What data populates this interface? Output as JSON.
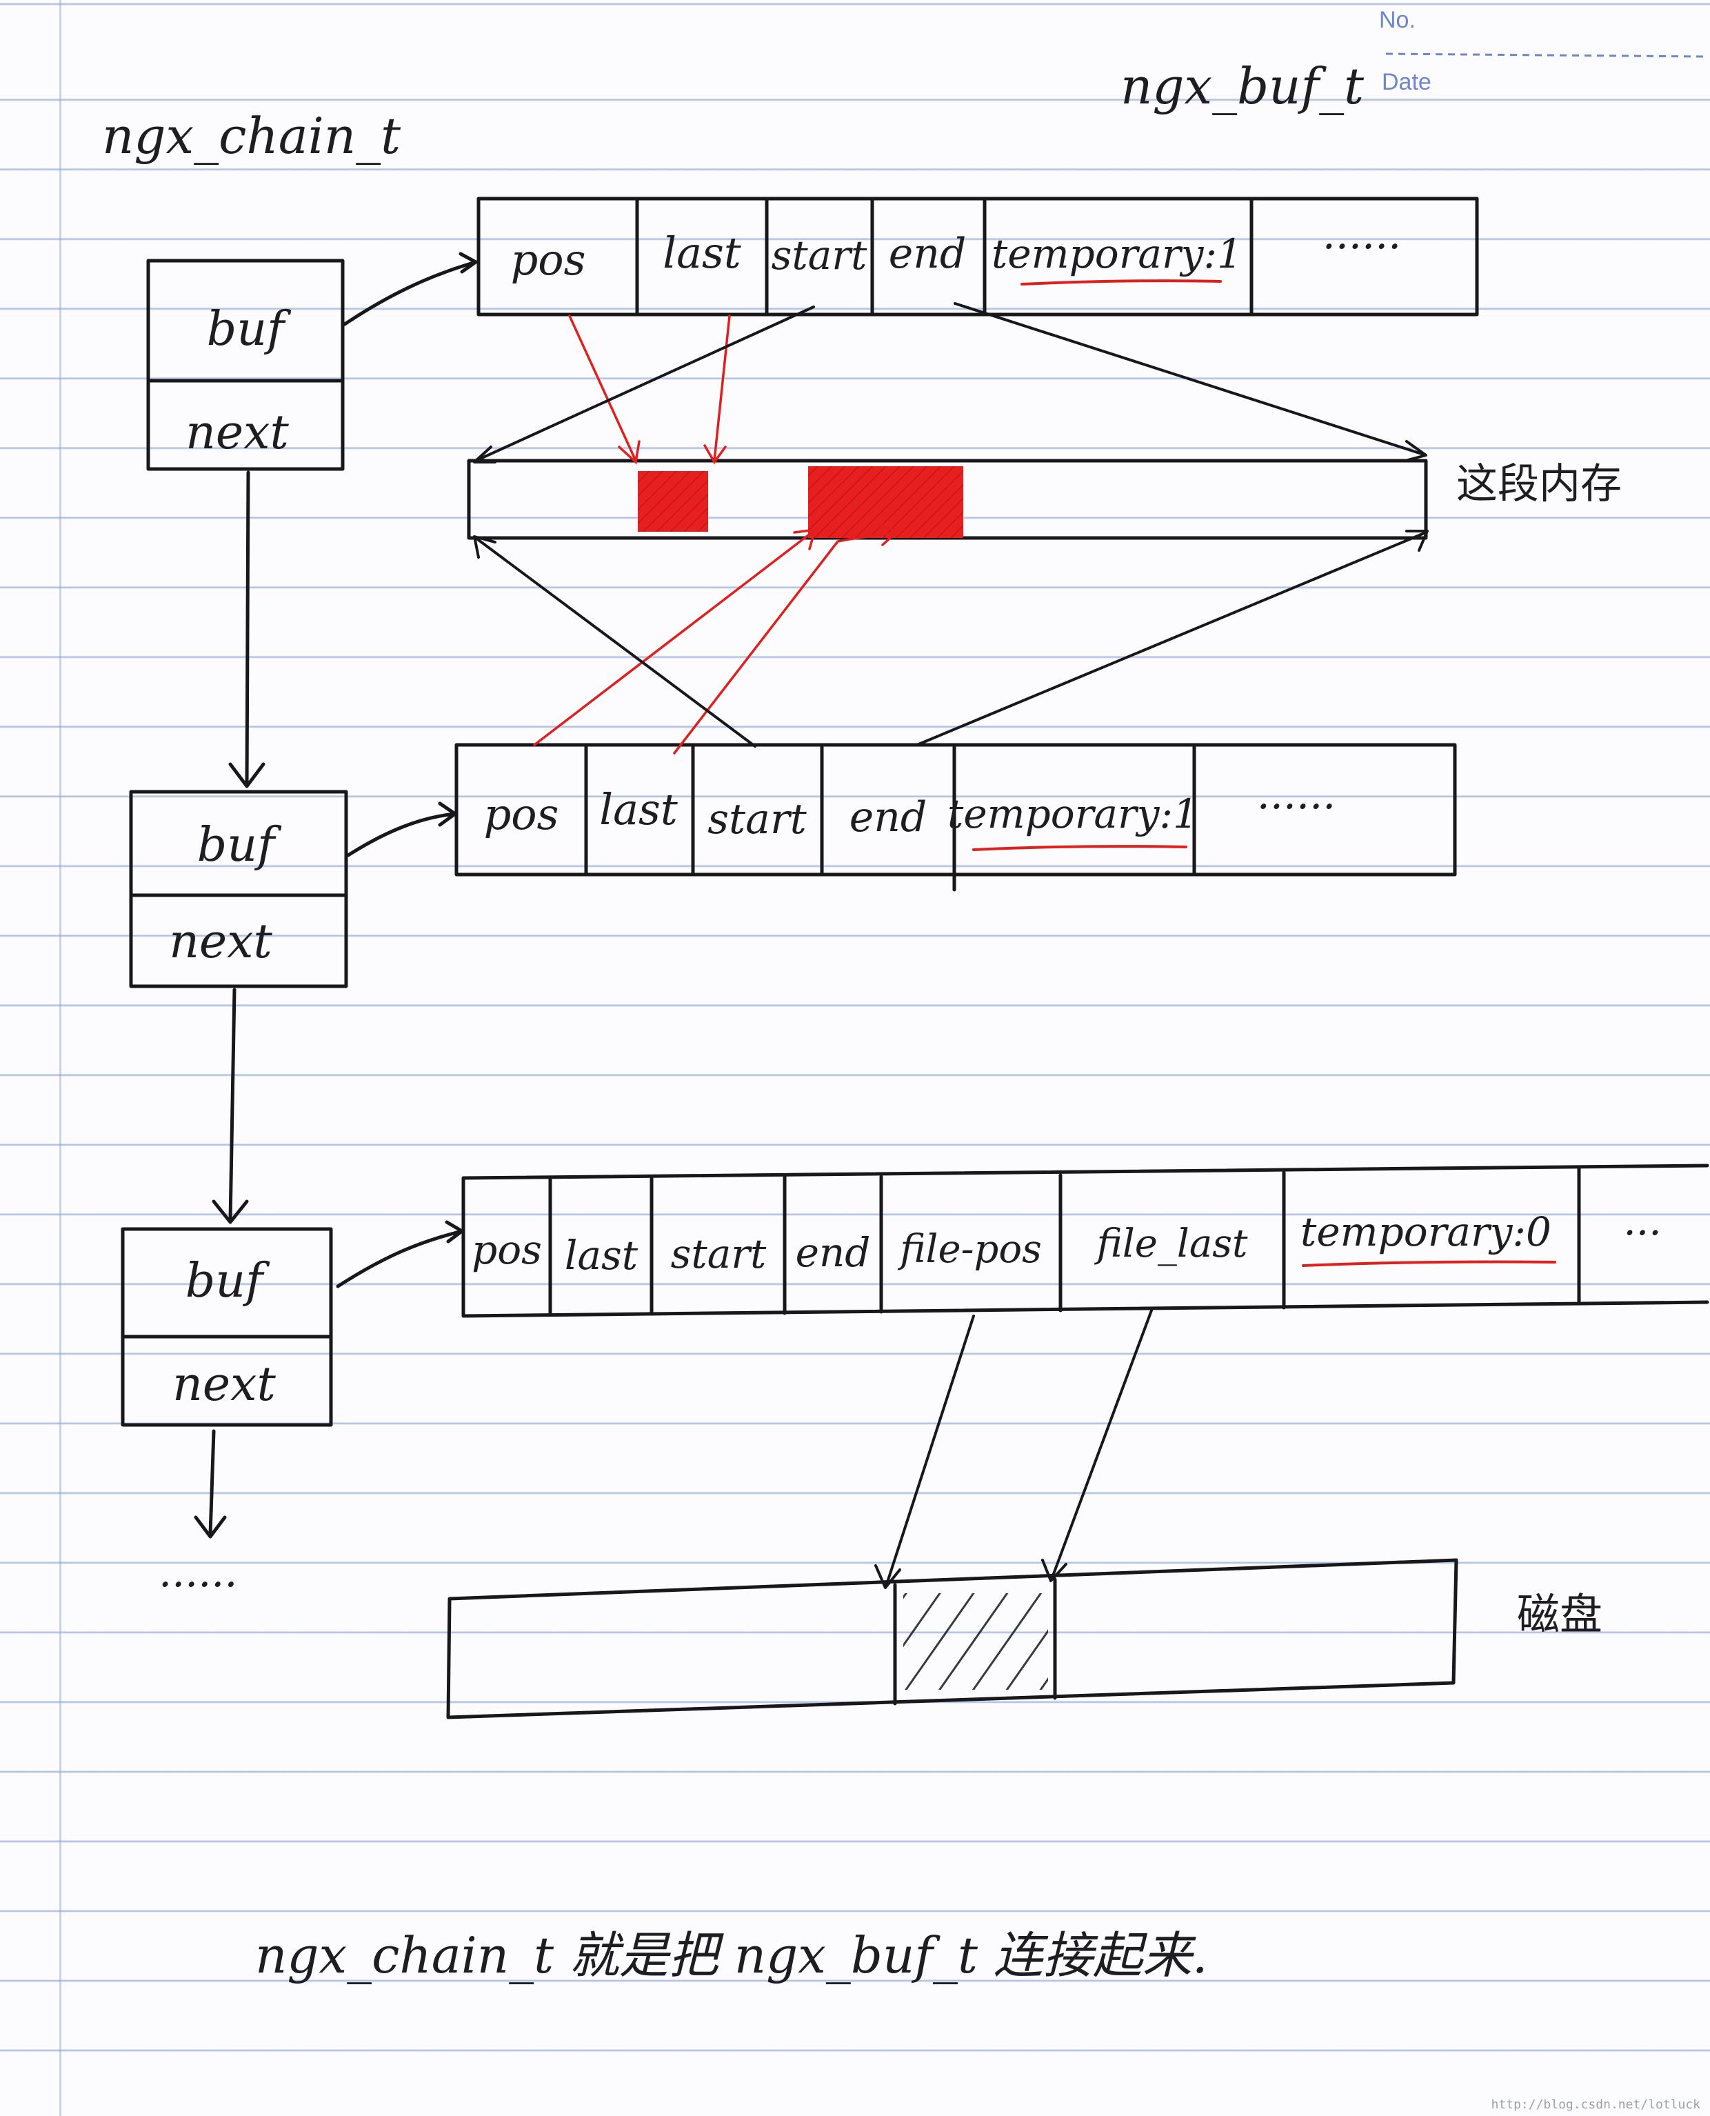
{
  "header": {
    "no_label": "No.",
    "date_label": "Date"
  },
  "titles": {
    "chain": "ngx_chain_t",
    "buf": "ngx_buf_t"
  },
  "chain_nodes": [
    {
      "buf": "buf",
      "next": "next"
    },
    {
      "buf": "buf",
      "next": "next"
    },
    {
      "buf": "buf",
      "next": "next"
    }
  ],
  "buffers": [
    {
      "fields": [
        "pos",
        "last",
        "start",
        "end",
        "temporary:1",
        "......"
      ]
    },
    {
      "fields": [
        "pos",
        "last",
        "start",
        "end",
        "temporary:1",
        "......"
      ]
    },
    {
      "fields": [
        "pos",
        "last",
        "start",
        "end",
        "file-pos",
        "file_last",
        "temporary:0",
        "..."
      ]
    }
  ],
  "labels": {
    "memory": "这段内存",
    "disk": "磁盘",
    "chain_ellipsis": "......"
  },
  "caption": "ngx_chain_t 就是把 ngx_buf_t 连接起来.",
  "watermark": "http://blog.csdn.net/lotluck",
  "colors": {
    "ink": "#1e1e22",
    "red": "#e0201f",
    "rule_lines": "#7896d7"
  }
}
